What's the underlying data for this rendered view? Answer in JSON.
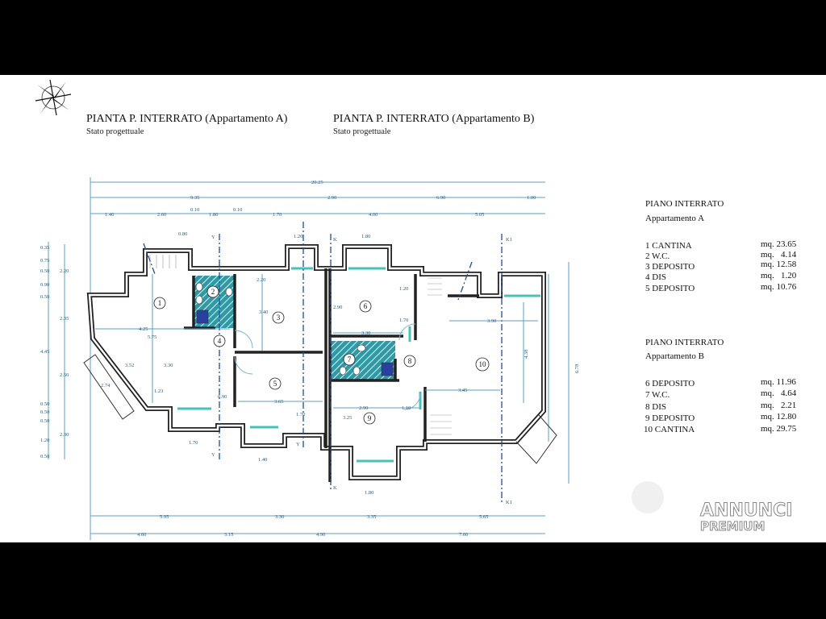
{
  "titles": {
    "a_title": "PIANTA P. INTERRATO (Appartamento A)",
    "a_subtitle": "Stato progettuale",
    "b_title": "PIANTA P. INTERRATO (Appartamento B)",
    "b_subtitle": "Stato progettuale"
  },
  "legend": {
    "a": {
      "title": "PIANO INTERRATO",
      "subtitle": "Appartamento A",
      "rows": [
        {
          "name": "1 CANTINA",
          "area": "mq. 23.65"
        },
        {
          "name": "2 W.C.",
          "area": "mq.   4.14"
        },
        {
          "name": "3 DEPOSITO",
          "area": "mq. 12.58"
        },
        {
          "name": "4 DIS",
          "area": "mq.   1.20"
        },
        {
          "name": "5 DEPOSITO",
          "area": "mq. 10.76"
        }
      ]
    },
    "b": {
      "title": "PIANO INTERRATO",
      "subtitle": "Appartamento B",
      "rows": [
        {
          "name": "6 DEPOSITO",
          "area": "mq. 11.96"
        },
        {
          "name": "7 W.C.",
          "area": "mq.   4.64"
        },
        {
          "name": "8 DIS",
          "area": "mq.   2.21"
        },
        {
          "name": "9 DEPOSITO",
          "area": "mq. 12.80"
        },
        {
          "name": "10 CANTINA",
          "area": "mq. 29.75"
        }
      ]
    }
  },
  "rooms": [
    "1",
    "2",
    "3",
    "4",
    "5",
    "6",
    "7",
    "8",
    "9",
    "10"
  ],
  "sections": {
    "y": "Y",
    "k": "K",
    "k1": "K1"
  },
  "dimensions": {
    "top_total": "20.25",
    "top_row2": [
      "9.35",
      "2.90",
      "6.90",
      "1.00"
    ],
    "top_row3": [
      "1.40",
      "2.60",
      "0.10",
      "1.80",
      "0.10",
      "1.70",
      "4.00",
      "5.05"
    ],
    "bottom_row1": [
      "5.95",
      "3.30",
      "3.35",
      "5.65"
    ],
    "bottom_row2": [
      "4.60",
      "3.15",
      "4.90",
      "7.60"
    ],
    "left_outer": [
      "0.35",
      "0.75",
      "0.50",
      "0.90",
      "0.50",
      "4.45",
      "0.50",
      "0.50",
      "0.50",
      "1.20",
      "0.50"
    ],
    "left_inner": [
      "2.20",
      "2.35",
      "2.50",
      "2.30"
    ],
    "right": [
      "6.78",
      "4.38"
    ],
    "interior": [
      "4.25",
      "5.75",
      "3.30",
      "3.40",
      "2.20",
      "3.65",
      "1.70",
      "3.30",
      "2.90",
      "1.20",
      "1.70",
      "3.90",
      "3.45",
      "2.90",
      "1.10",
      "3.25",
      "1.80",
      "1.40",
      "1.70",
      "1.20",
      "1.80",
      "0.80",
      "0.90",
      "1.23",
      "3.52",
      "2.74"
    ]
  },
  "watermark": {
    "line1": "ANNUNCI",
    "line2": "PREMIUM"
  }
}
